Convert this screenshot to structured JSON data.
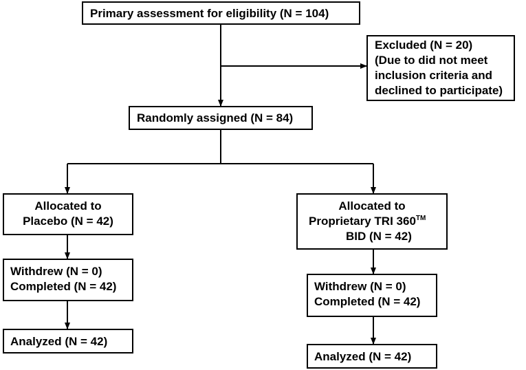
{
  "flowchart": {
    "screening": {
      "label": "Primary assessment for eligibility (N = 104)"
    },
    "excluded": {
      "lines": [
        "Excluded (N = 20)",
        "(Due to did not meet",
        "inclusion criteria and",
        "declined to participate)"
      ]
    },
    "randomized": {
      "label": "Randomly assigned (N = 84)"
    },
    "placebo": {
      "allocated_lines": [
        "Allocated to",
        "Placebo (N = 42)"
      ],
      "withdrew": "Withdrew (N = 0)",
      "completed": "Completed (N = 42)",
      "analyzed": "Analyzed (N = 42)"
    },
    "treatment": {
      "allocated_line1": "Allocated to",
      "allocated_line2_text": "Proprietary TRI 360",
      "allocated_line2_sup": "TM",
      "allocated_line3": "BID (N = 42)",
      "withdrew": "Withdrew (N = 0)",
      "completed": "Completed (N = 42)",
      "analyzed": "Analyzed (N = 42)"
    }
  }
}
